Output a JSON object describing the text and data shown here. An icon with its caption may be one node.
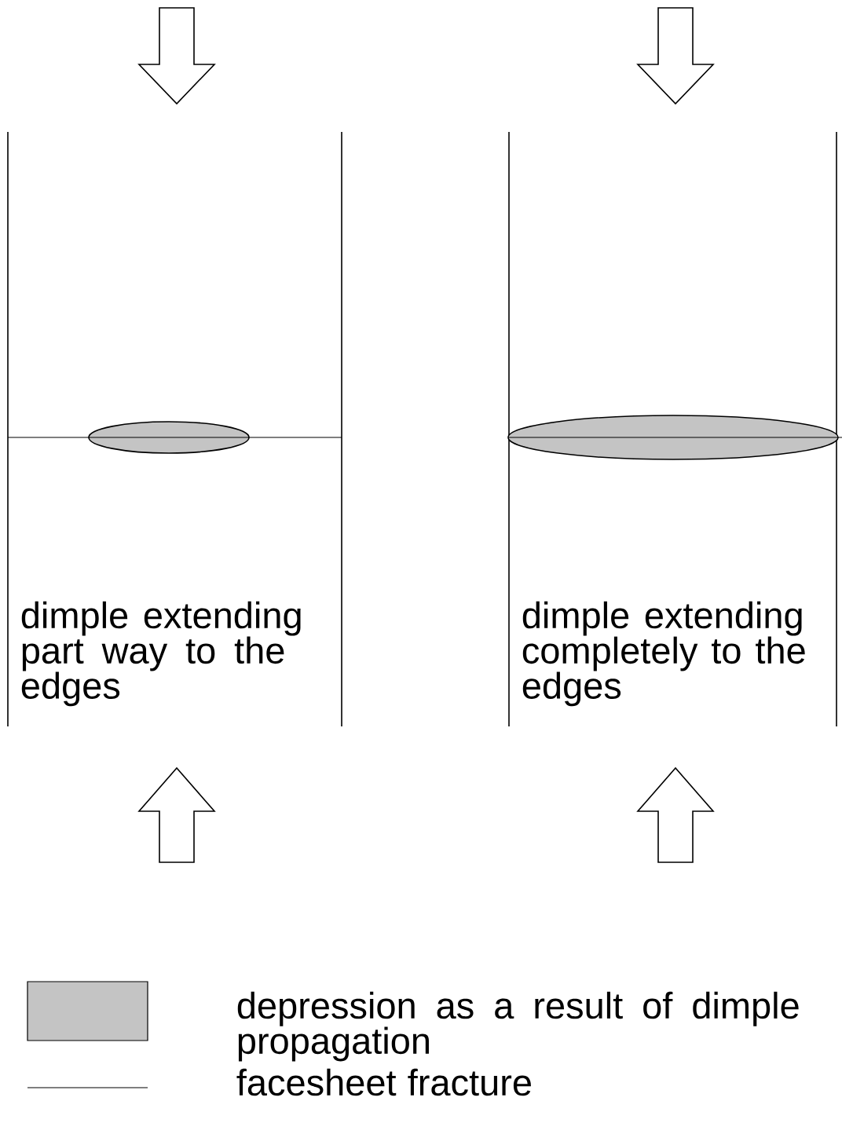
{
  "diagram": {
    "labels": [
      "dimple extending part way to the edges",
      "dimple extending completely to the edges"
    ],
    "legend": [
      {
        "text": "depression as a result of dimple propagation",
        "color": "#c4c4c4"
      },
      {
        "text": "facesheet fracture"
      }
    ]
  }
}
